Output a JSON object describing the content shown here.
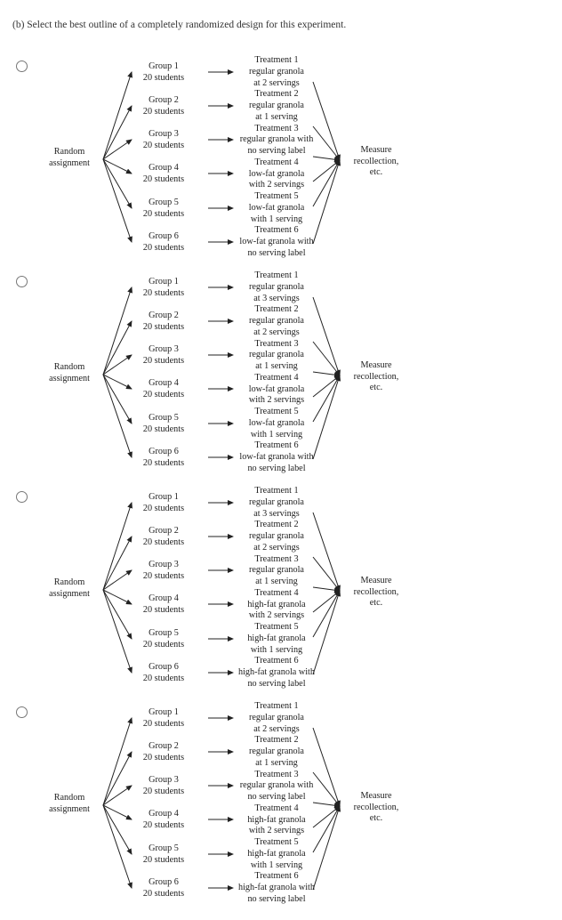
{
  "question": "(b) Select the best outline of a completely randomized design for this experiment.",
  "random_label": [
    "Random",
    "assignment"
  ],
  "measure_label": [
    "Measure",
    "recollection,",
    "etc."
  ],
  "options": [
    {
      "groups": [
        [
          "Group 1",
          "20 students"
        ],
        [
          "Group 2",
          "20 students"
        ],
        [
          "Group 3",
          "20 students"
        ],
        [
          "Group 4",
          "20 students"
        ],
        [
          "Group 5",
          "20 students"
        ],
        [
          "Group 6",
          "20 students"
        ]
      ],
      "treatments": [
        "Treatment 1",
        "regular granola",
        "at 2 servings",
        "Treatment 2",
        "regular granola",
        "at 1 serving",
        "Treatment 3",
        "regular granola with",
        "no serving label",
        "Treatment 4",
        "low-fat granola",
        "with 2 servings",
        "Treatment 5",
        "low-fat granola",
        "with 1 serving",
        "Treatment 6",
        "low-fat granola with",
        "no serving label"
      ]
    },
    {
      "groups": [
        [
          "Group 1",
          "20 students"
        ],
        [
          "Group 2",
          "20 students"
        ],
        [
          "Group 3",
          "20 students"
        ],
        [
          "Group 4",
          "20 students"
        ],
        [
          "Group 5",
          "20 students"
        ],
        [
          "Group 6",
          "20 students"
        ]
      ],
      "treatments": [
        "Treatment 1",
        "regular granola",
        "at 3 servings",
        "Treatment 2",
        "regular granola",
        "at 2 servings",
        "Treatment 3",
        "regular granola",
        "at 1 serving",
        "Treatment 4",
        "low-fat granola",
        "with 2 servings",
        "Treatment 5",
        "low-fat granola",
        "with 1 serving",
        "Treatment 6",
        "low-fat granola with",
        "no serving label"
      ]
    },
    {
      "groups": [
        [
          "Group 1",
          "20 students"
        ],
        [
          "Group 2",
          "20 students"
        ],
        [
          "Group 3",
          "20 students"
        ],
        [
          "Group 4",
          "20 students"
        ],
        [
          "Group 5",
          "20 students"
        ],
        [
          "Group 6",
          "20 students"
        ]
      ],
      "treatments": [
        "Treatment 1",
        "regular granola",
        "at 3 servings",
        "Treatment 2",
        "regular granola",
        "at 2 servings",
        "Treatment 3",
        "regular granola",
        "at 1 serving",
        "Treatment 4",
        "high-fat granola",
        "with 2 servings",
        "Treatment 5",
        "high-fat granola",
        "with 1 serving",
        "Treatment 6",
        "high-fat granola with",
        "no serving label"
      ]
    },
    {
      "groups": [
        [
          "Group 1",
          "20 students"
        ],
        [
          "Group 2",
          "20 students"
        ],
        [
          "Group 3",
          "20 students"
        ],
        [
          "Group 4",
          "20 students"
        ],
        [
          "Group 5",
          "20 students"
        ],
        [
          "Group 6",
          "20 students"
        ]
      ],
      "treatments": [
        "Treatment 1",
        "regular granola",
        "at 2 servings",
        "Treatment 2",
        "regular granola",
        "at 1 serving",
        "Treatment 3",
        "regular granola with",
        "no serving label",
        "Treatment 4",
        "high-fat granola",
        "with 2 servings",
        "Treatment 5",
        "high-fat granola",
        "with 1 serving",
        "Treatment 6",
        "high-fat granola with",
        "no serving label"
      ]
    }
  ]
}
